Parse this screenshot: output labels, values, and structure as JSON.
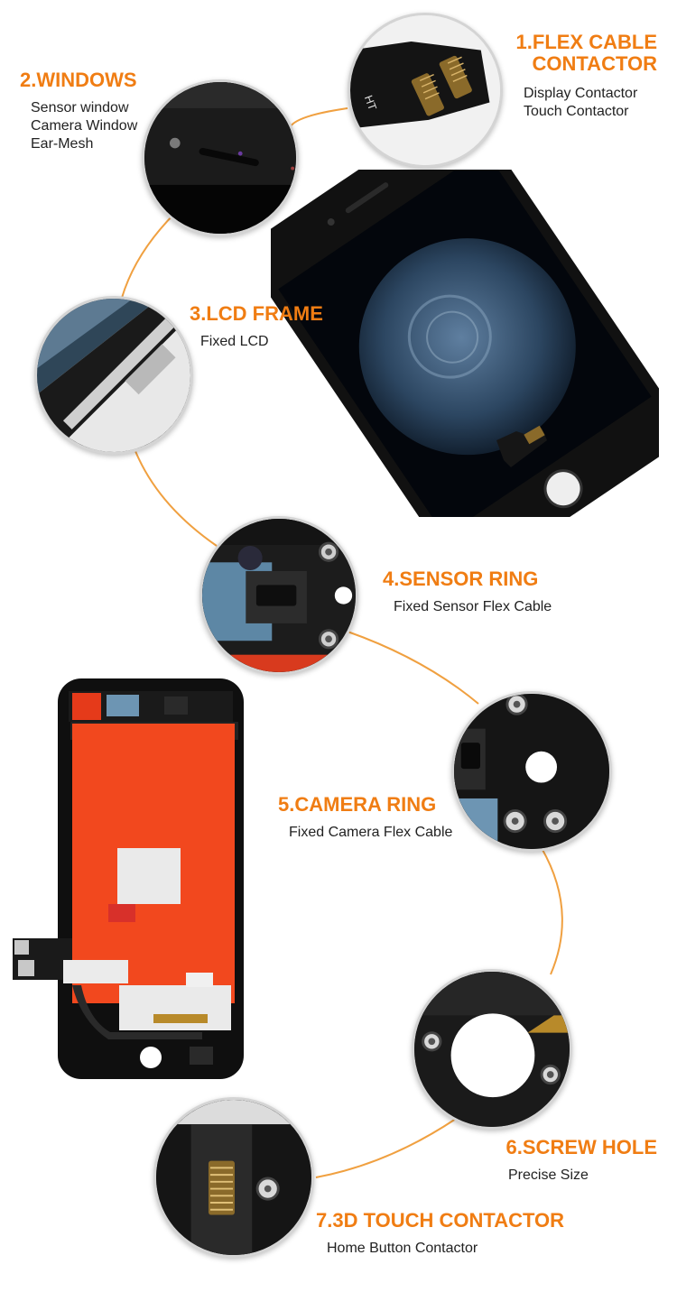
{
  "features": [
    {
      "title_lines": [
        "1.FLEX CABLE",
        "CONTACTOR"
      ],
      "desc_lines": [
        "Display Contactor",
        "Touch Contactor"
      ]
    },
    {
      "title_lines": [
        "2.WINDOWS"
      ],
      "desc_lines": [
        "Sensor window",
        "Camera Window",
        "Ear-Mesh"
      ]
    },
    {
      "title_lines": [
        "3.LCD FRAME"
      ],
      "desc_lines": [
        "Fixed LCD"
      ]
    },
    {
      "title_lines": [
        "4.SENSOR RING"
      ],
      "desc_lines": [
        "Fixed Sensor Flex Cable"
      ]
    },
    {
      "title_lines": [
        "5.CAMERA RING"
      ],
      "desc_lines": [
        "Fixed Camera Flex Cable"
      ]
    },
    {
      "title_lines": [
        "6.SCREW HOLE"
      ],
      "desc_lines": [
        "Precise Size"
      ]
    },
    {
      "title_lines": [
        "7.3D TOUCH CONTACTOR"
      ],
      "desc_lines": [
        "Home Button Contactor"
      ]
    }
  ],
  "flex_marking": "HT",
  "colors": {
    "accent": "#f07d13",
    "line": "#f0a040",
    "text": "#222222",
    "screen_back_orange": "#f2481e"
  }
}
